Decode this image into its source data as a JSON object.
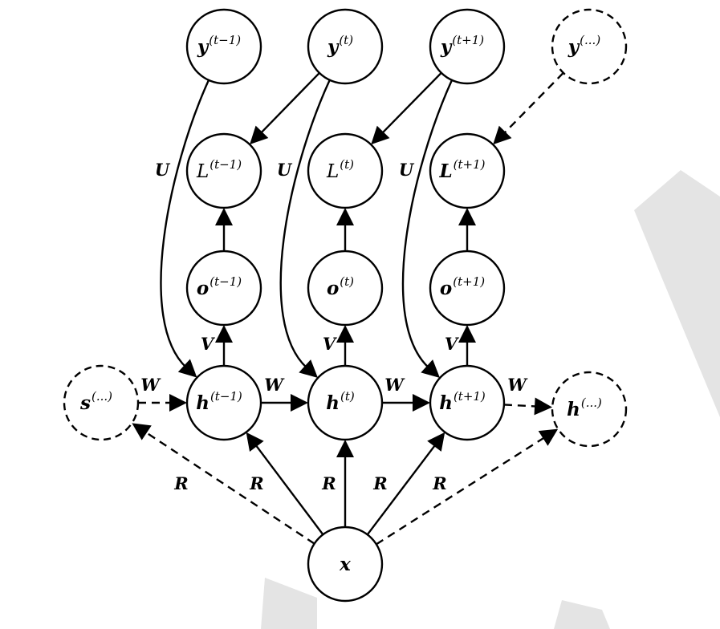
{
  "nodes": [
    {
      "id": "y_tm1",
      "main": "y",
      "sup": "(t−1)",
      "bold": true,
      "dashed": false
    },
    {
      "id": "y_t",
      "main": "y",
      "sup": "(t)",
      "bold": true,
      "dashed": false
    },
    {
      "id": "y_tp1",
      "main": "y",
      "sup": "(t+1)",
      "bold": true,
      "dashed": false
    },
    {
      "id": "y_dots",
      "main": "y",
      "sup": "(...)",
      "bold": true,
      "dashed": true
    },
    {
      "id": "L_tm1",
      "main": "L",
      "sup": "(t−1)",
      "bold": false,
      "dashed": false
    },
    {
      "id": "L_t",
      "main": "L",
      "sup": "(t)",
      "bold": false,
      "dashed": false
    },
    {
      "id": "L_tp1",
      "main": "L",
      "sup": "(t+1)",
      "bold": true,
      "dashed": false
    },
    {
      "id": "o_tm1",
      "main": "o",
      "sup": "(t−1)",
      "bold": true,
      "dashed": false
    },
    {
      "id": "o_t",
      "main": "o",
      "sup": "(t)",
      "bold": true,
      "dashed": false
    },
    {
      "id": "o_tp1",
      "main": "o",
      "sup": "(t+1)",
      "bold": true,
      "dashed": false
    },
    {
      "id": "s_dots",
      "main": "s",
      "sup": "(...)",
      "bold": true,
      "dashed": true
    },
    {
      "id": "h_tm1",
      "main": "h",
      "sup": "(t−1)",
      "bold": true,
      "dashed": false
    },
    {
      "id": "h_t",
      "main": "h",
      "sup": "(t)",
      "bold": true,
      "dashed": false
    },
    {
      "id": "h_tp1",
      "main": "h",
      "sup": "(t+1)",
      "bold": true,
      "dashed": false
    },
    {
      "id": "h_dots",
      "main": "h",
      "sup": "(...)",
      "bold": true,
      "dashed": true
    },
    {
      "id": "x",
      "main": "x",
      "sup": "",
      "bold": true,
      "dashed": false
    }
  ],
  "edges": [
    {
      "from": "y_tm1",
      "to": "h_tm1",
      "label": "U",
      "dashed": false
    },
    {
      "from": "y_t",
      "to": "L_tm1",
      "label": "",
      "dashed": false
    },
    {
      "from": "y_t",
      "to": "h_t",
      "label": "U",
      "dashed": false
    },
    {
      "from": "y_tp1",
      "to": "L_t",
      "label": "",
      "dashed": false
    },
    {
      "from": "y_tp1",
      "to": "h_tp1",
      "label": "U",
      "dashed": false
    },
    {
      "from": "y_dots",
      "to": "L_tp1",
      "label": "",
      "dashed": true
    },
    {
      "from": "o_tm1",
      "to": "L_tm1",
      "label": "",
      "dashed": false
    },
    {
      "from": "o_t",
      "to": "L_t",
      "label": "",
      "dashed": false
    },
    {
      "from": "o_tp1",
      "to": "L_tp1",
      "label": "",
      "dashed": false
    },
    {
      "from": "h_tm1",
      "to": "o_tm1",
      "label": "V",
      "dashed": false
    },
    {
      "from": "h_t",
      "to": "o_t",
      "label": "V",
      "dashed": false
    },
    {
      "from": "h_tp1",
      "to": "o_tp1",
      "label": "V",
      "dashed": false
    },
    {
      "from": "s_dots",
      "to": "h_tm1",
      "label": "W",
      "dashed": true
    },
    {
      "from": "h_tm1",
      "to": "h_t",
      "label": "W",
      "dashed": false
    },
    {
      "from": "h_t",
      "to": "h_tp1",
      "label": "W",
      "dashed": false
    },
    {
      "from": "h_tp1",
      "to": "h_dots",
      "label": "W",
      "dashed": true
    },
    {
      "from": "x",
      "to": "s_dots",
      "label": "R",
      "dashed": true
    },
    {
      "from": "x",
      "to": "h_tm1",
      "label": "R",
      "dashed": false
    },
    {
      "from": "x",
      "to": "h_t",
      "label": "R",
      "dashed": false
    },
    {
      "from": "x",
      "to": "h_tp1",
      "label": "R",
      "dashed": false
    },
    {
      "from": "x",
      "to": "h_dots",
      "label": "R",
      "dashed": true
    }
  ],
  "colors": {
    "stroke": "#000000",
    "fill": "#ffffff",
    "watermark": "#e4e4e4"
  }
}
